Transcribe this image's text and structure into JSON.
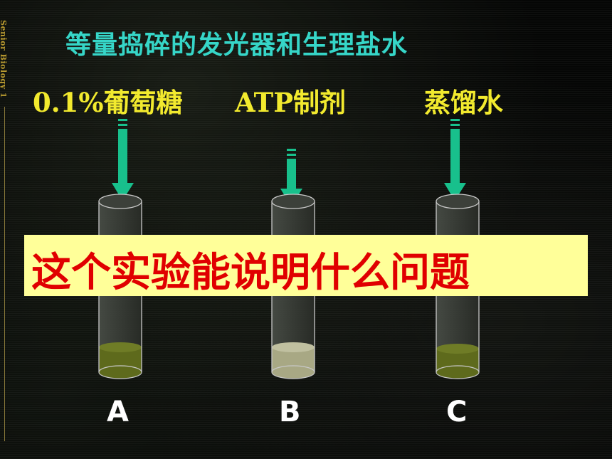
{
  "slide": {
    "side_label": "Senior Biology 1",
    "title": "等量捣碎的发光器和生理盐水",
    "reagents": [
      "0.1%葡萄糖",
      "ATP制剂",
      "蒸馏水"
    ],
    "tubes": [
      {
        "label": "A",
        "liquid_color": "#5e6a1c"
      },
      {
        "label": "B",
        "liquid_color": "#a8a884"
      },
      {
        "label": "C",
        "liquid_color": "#5e6a1c"
      }
    ],
    "question": "这个实验能说明什么问题",
    "colors": {
      "title": "#36d6c8",
      "reagent_text": "#f2ea2e",
      "arrow": "#18c08c",
      "question_bg": "#ffff99",
      "question_text": "#e00000"
    }
  }
}
